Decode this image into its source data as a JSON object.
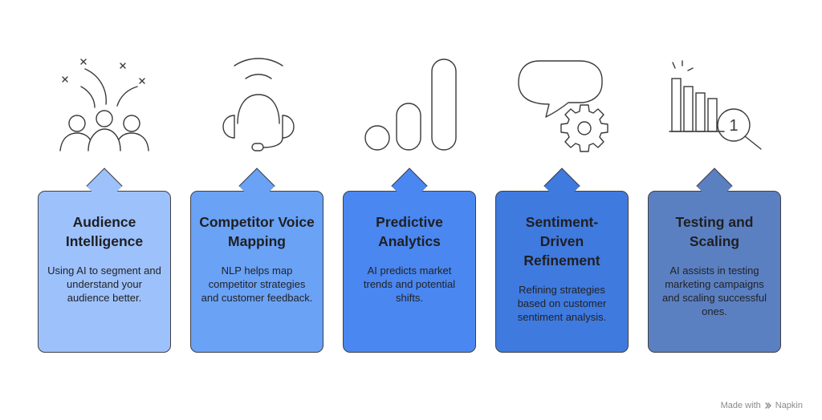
{
  "steps": [
    {
      "title": "Audience Intelligence",
      "description": "Using AI to segment and understand your audience better.",
      "icon": "audience-fireworks-icon",
      "color": "#9dc1fb"
    },
    {
      "title": "Competitor Voice Mapping",
      "description": "NLP helps map competitor strategies and customer feedback.",
      "icon": "headset-icon",
      "color": "#6aa2f5"
    },
    {
      "title": "Predictive Analytics",
      "description": "AI predicts market trends and potential shifts.",
      "icon": "growth-bars-icon",
      "color": "#4a87f0"
    },
    {
      "title": "Sentiment-Driven Refinement",
      "description": "Refining strategies based on customer sentiment analysis.",
      "icon": "speech-gear-icon",
      "color": "#3f7adf"
    },
    {
      "title": "Testing and Scaling",
      "description": "AI assists in testing marketing campaigns and scaling successful ones.",
      "icon": "chart-magnifier-icon",
      "color": "#5b80c2"
    }
  ],
  "footer": {
    "made_with": "Made with",
    "brand": "Napkin"
  },
  "icon_digits": {
    "magnifier": "1"
  }
}
